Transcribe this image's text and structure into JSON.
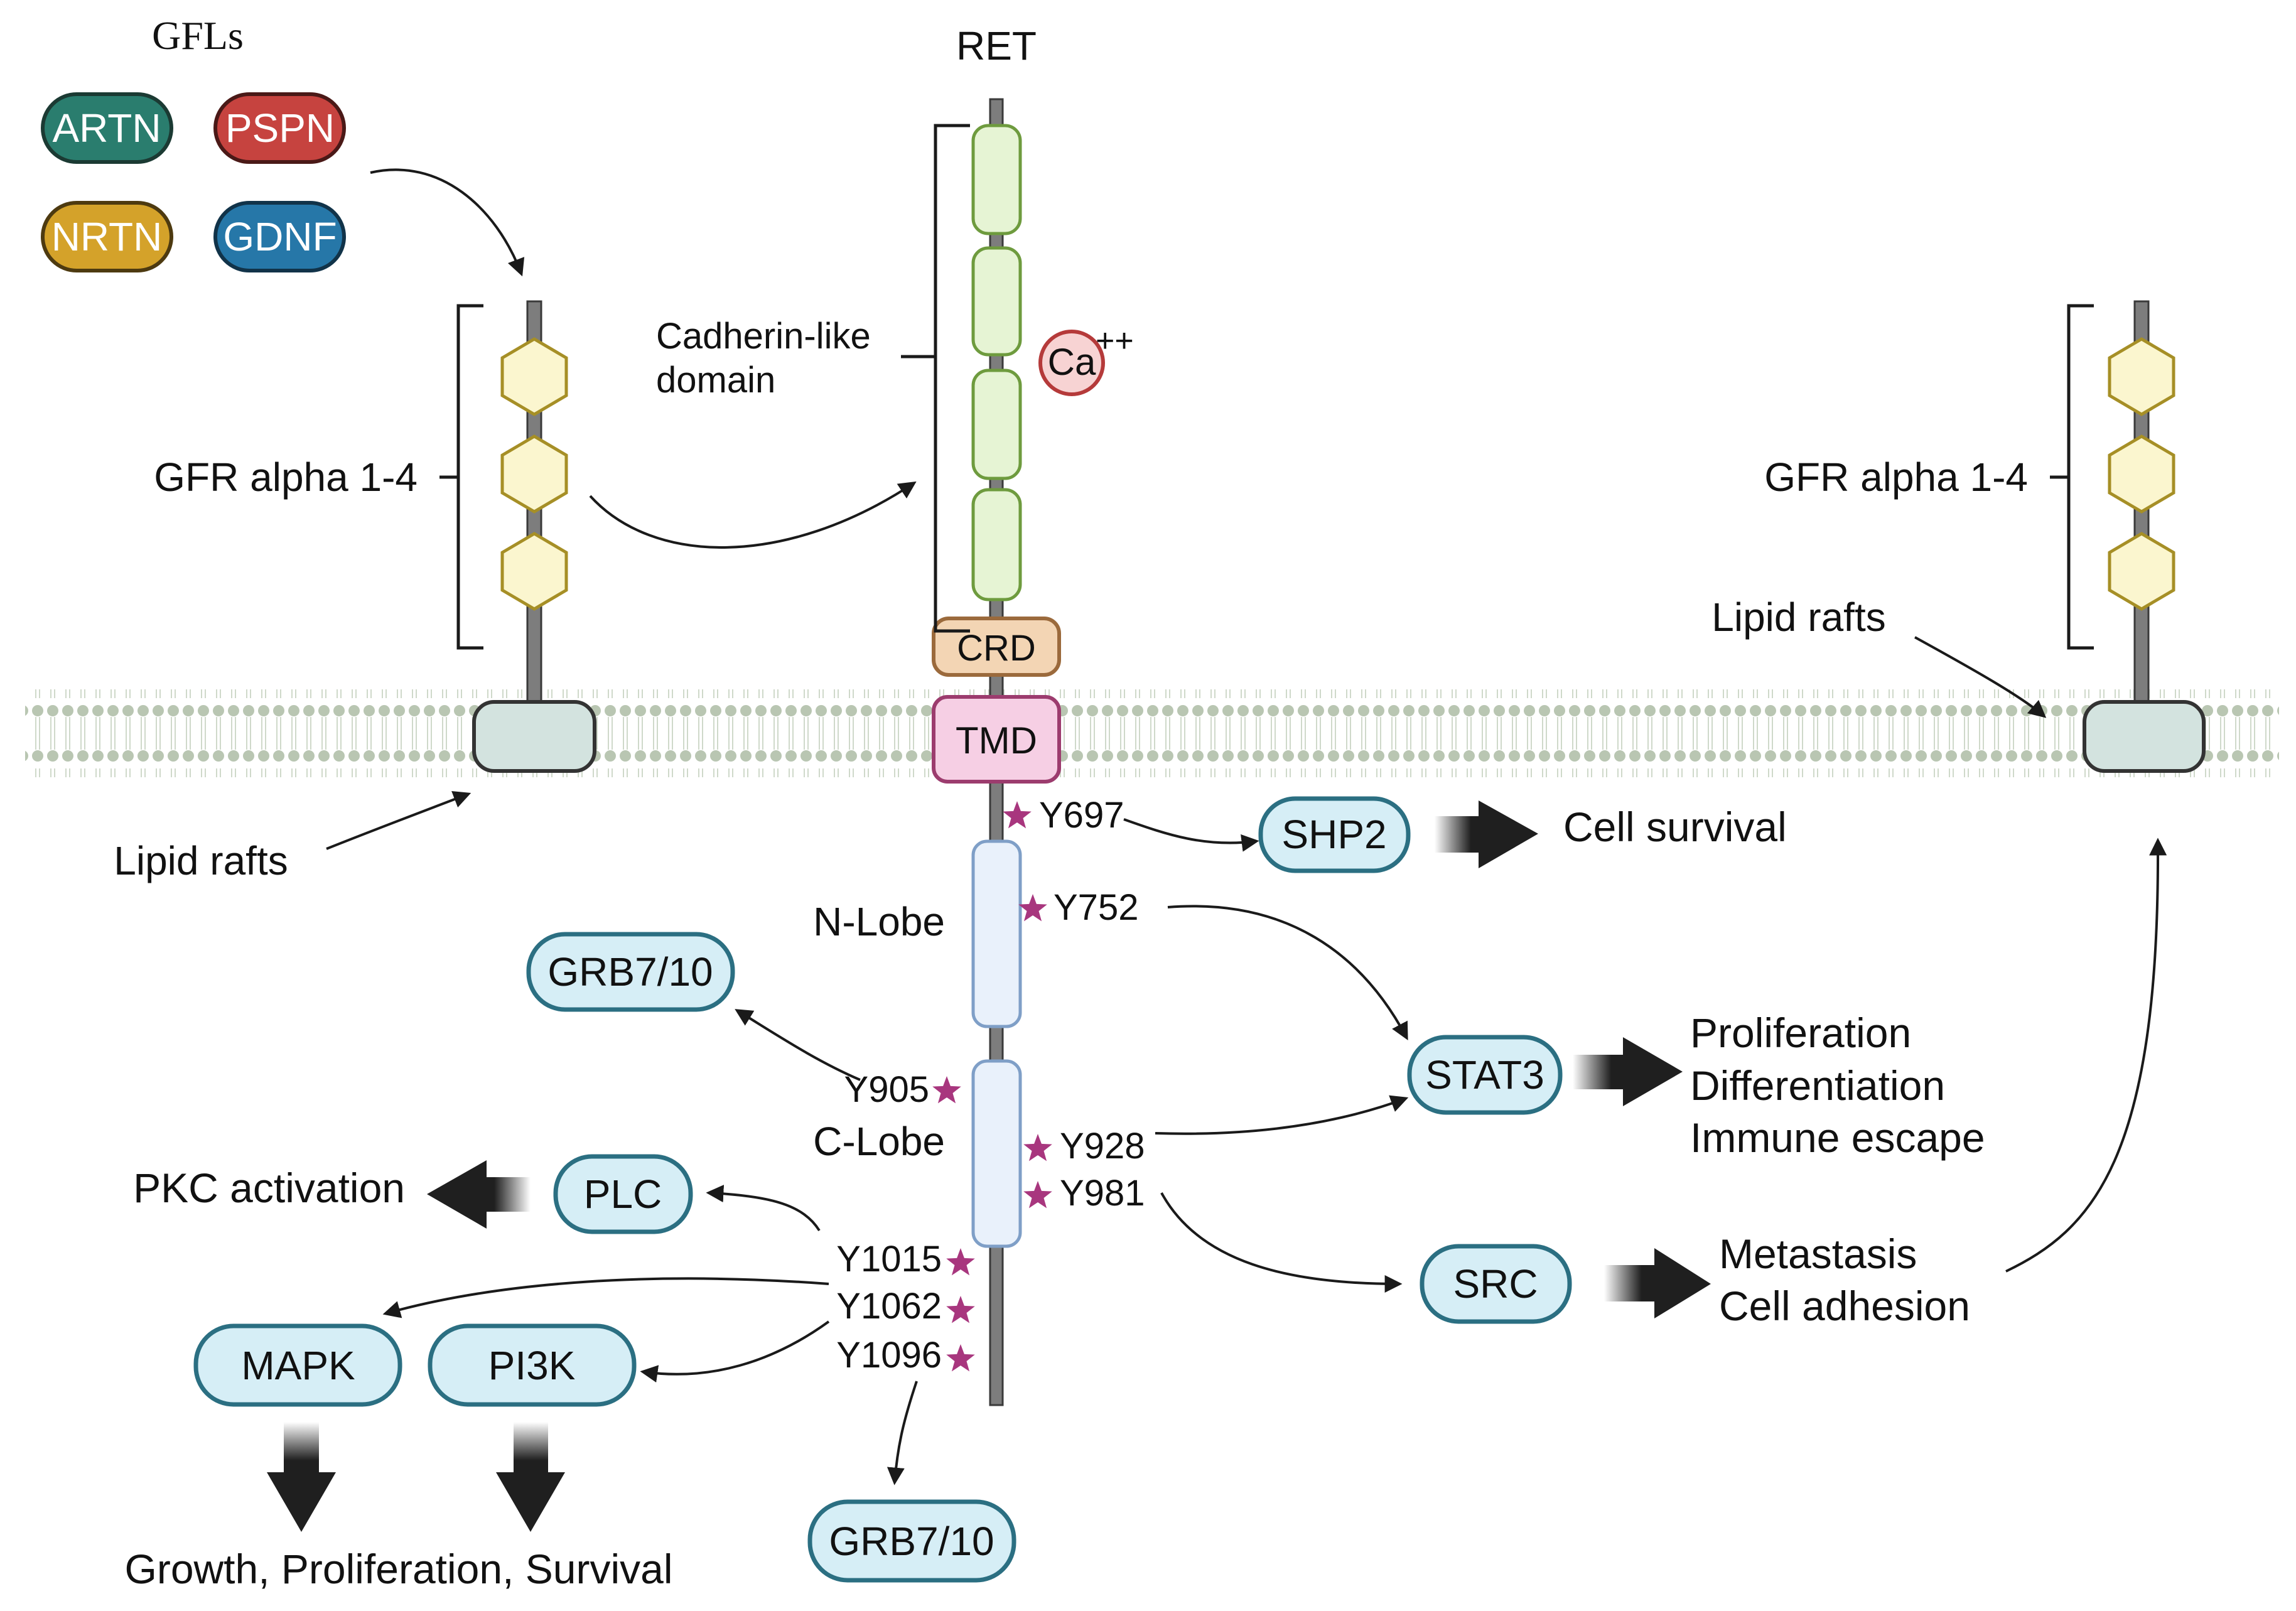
{
  "ligands": {
    "title": "GFLs",
    "items": [
      {
        "label": "ARTN",
        "color": "#2a7d6e"
      },
      {
        "label": "PSPN",
        "color": "#c6433f"
      },
      {
        "label": "NRTN",
        "color": "#d4a22a"
      },
      {
        "label": "GDNF",
        "color": "#2677a8"
      }
    ]
  },
  "receptor": {
    "title": "RET",
    "cadherin_label_line1": "Cadherin-like",
    "cadherin_label_line2": "domain",
    "calcium": "Ca",
    "calcium_charge": "++",
    "crd": "CRD",
    "tmd": "TMD",
    "n_lobe": "N-Lobe",
    "c_lobe": "C-Lobe"
  },
  "coreceptor": {
    "left_label": "GFR alpha 1-4",
    "right_label": "GFR alpha 1-4",
    "lipid_rafts_left": "Lipid rafts",
    "lipid_rafts_right": "Lipid rafts"
  },
  "tyrosines": [
    "Y697",
    "Y752",
    "Y905",
    "Y928",
    "Y981",
    "Y1015",
    "Y1062",
    "Y1096"
  ],
  "effectors": {
    "shp2": "SHP2",
    "grb_top": "GRB7/10",
    "stat3": "STAT3",
    "plc": "PLC",
    "src": "SRC",
    "mapk": "MAPK",
    "pi3k": "PI3K",
    "grb_bottom": "GRB7/10"
  },
  "outcomes": {
    "cell_survival": "Cell survival",
    "proliferation": "Proliferation",
    "differentiation": "Differentiation",
    "immune_escape": "Immune escape",
    "pkc": "PKC activation",
    "metastasis": "Metastasis",
    "cell_adhesion": "Cell adhesion",
    "growth": "Growth, Proliferation, Survival"
  },
  "colors": {
    "effector_fill": "#d6eef6",
    "effector_stroke": "#2b6f82",
    "phospho_star": "#a8367e",
    "membrane": "#a9b8a3"
  }
}
